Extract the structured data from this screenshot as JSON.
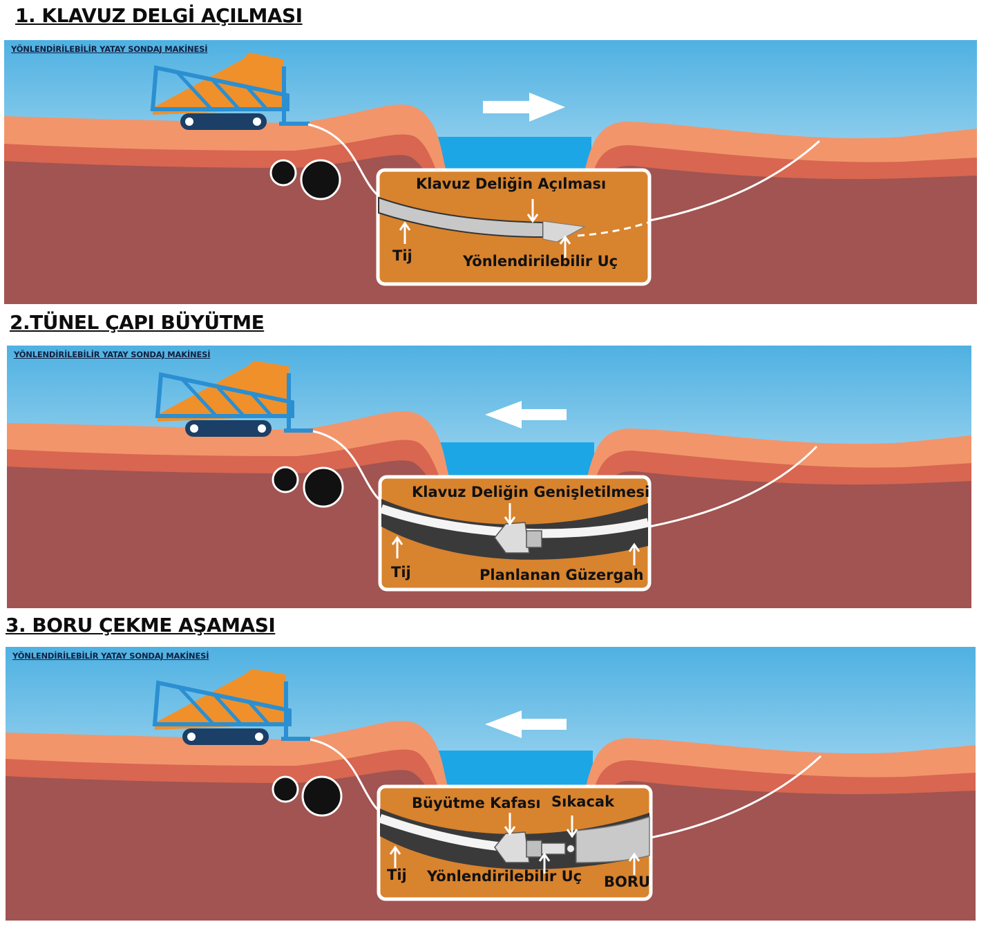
{
  "colors": {
    "sky_top": "#4fb1e2",
    "sky_bottom": "#eef8fc",
    "soil_deep": "#a15451",
    "soil_mid": "#d86650",
    "soil_top": "#f2956b",
    "water": "#1da6e6",
    "machine_orange": "#f0902a",
    "machine_blue": "#2b8fd1",
    "inset_fill": "#d8832e",
    "tunnel_dark": "#3a3a3a"
  },
  "stages": [
    {
      "title": "1. KLAVUZ DELGİ AÇILMASI",
      "machine_label": "YÖNLENDİRİLEBİLİR YATAY SONDAJ MAKİNESİ",
      "arrow_direction": "right",
      "callouts": {
        "a": "Klavuz Deliğin Açılması",
        "b": "Tij",
        "c": "Yönlendirilebilir Uç"
      }
    },
    {
      "title": "2.TÜNEL ÇAPI BÜYÜTME",
      "machine_label": "YÖNLENDİRİLEBİLİR YATAY SONDAJ MAKİNESİ",
      "arrow_direction": "left",
      "callouts": {
        "a": "Klavuz Deliğin Genişletilmesi",
        "b": "Tij",
        "c": "Planlanan Güzergah"
      }
    },
    {
      "title": "3. BORU ÇEKME AŞAMASI",
      "machine_label": "YÖNLENDİRİLEBİLİR YATAY SONDAJ MAKİNESİ",
      "arrow_direction": "left",
      "callouts": {
        "a": "Büyütme Kafası",
        "b": "Sıkacak",
        "c": "Tij",
        "d": "Yönlendirilebilir Uç",
        "e": "BORU"
      }
    }
  ]
}
